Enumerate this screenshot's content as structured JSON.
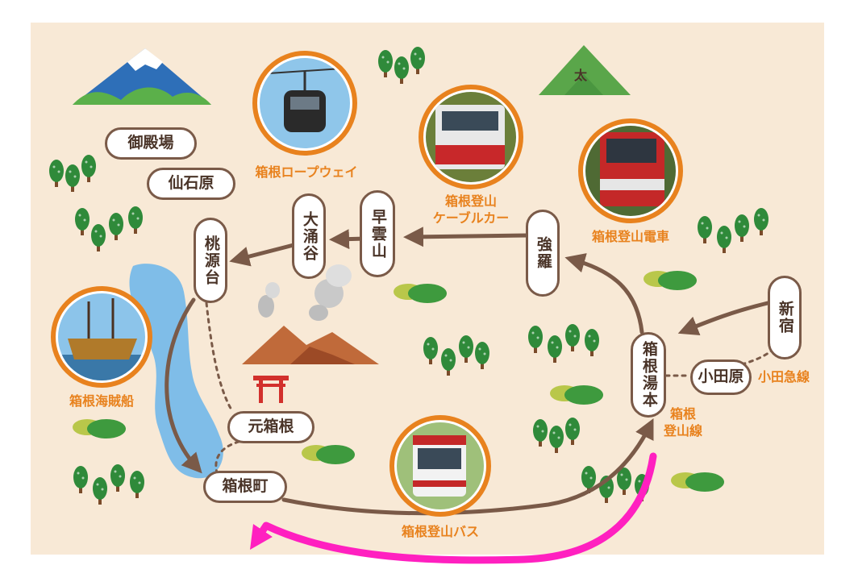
{
  "map": {
    "colors": {
      "background": "#f8e9d6",
      "route": "#7a5a48",
      "accent": "#e8821e",
      "lake": "#7fbde8",
      "annotation": "#ff20c0"
    },
    "stations": {
      "gotemba": "御殿場",
      "sengokuhara": "仙石原",
      "togendai": "桃源台",
      "owakudani": "大涌谷",
      "sounzan": "早雲山",
      "gora": "強羅",
      "hakone_yumoto": "箱根湯本",
      "odawara": "小田原",
      "shinjuku": "新宿",
      "moto_hakone": "元箱根",
      "hakone_machi": "箱根町"
    },
    "labels": {
      "ropeway": "箱根ロープウェイ",
      "cable_car_line1": "箱根登山",
      "cable_car_line2": "ケーブルカー",
      "tozan_train": "箱根登山電車",
      "pirate_ship": "箱根海賊船",
      "odakyu_line": "小田急線",
      "tozan_line_line1": "箱根",
      "tozan_line_line2": "登山線",
      "tozan_bus": "箱根登山バス",
      "mountain_mark": "太"
    }
  }
}
